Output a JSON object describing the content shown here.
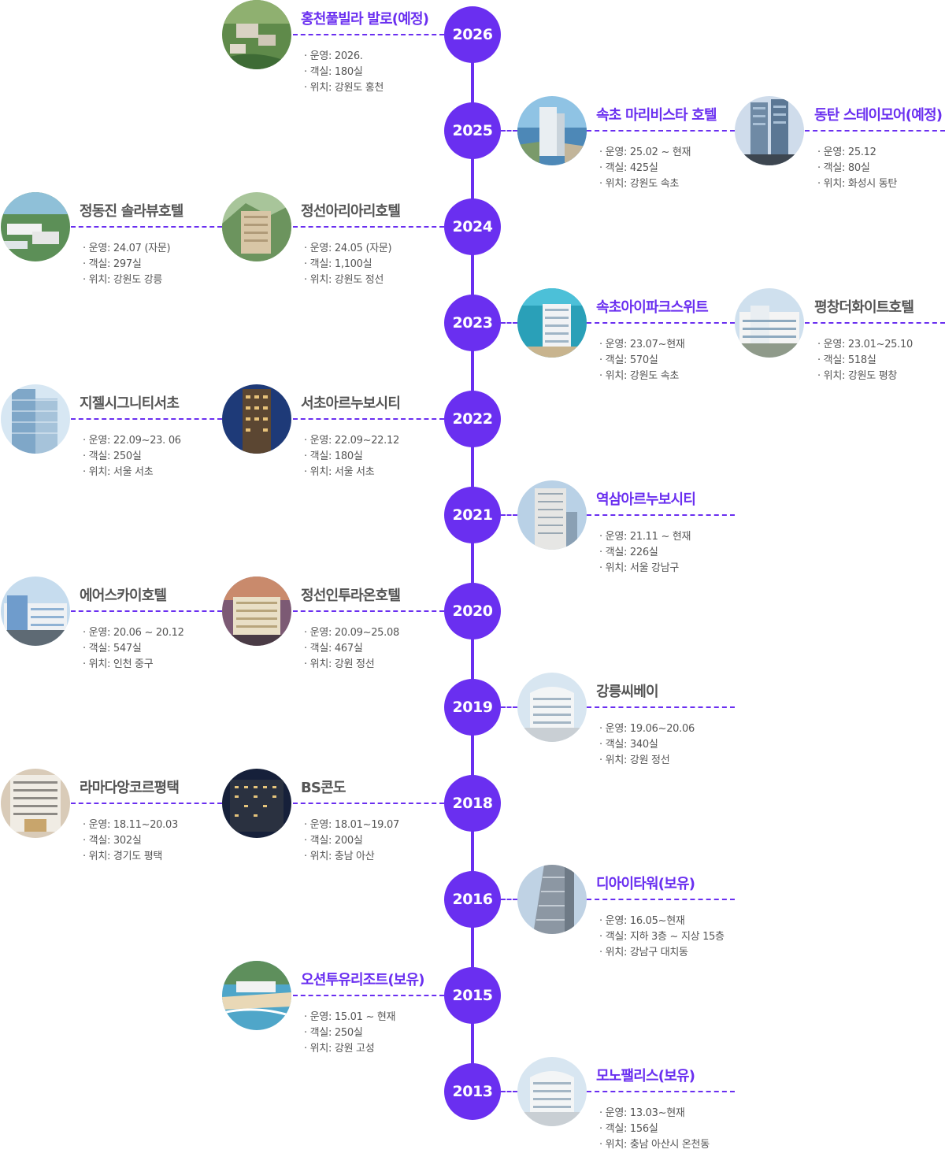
{
  "entries": [
    {
      "year": "2026",
      "items": [
        {
          "side": "left",
          "slot": "inner",
          "title": "홍천풀빌라 발로(예정)",
          "highlight": true,
          "lines": [
            "운영: 2026.",
            "객실: 180실",
            "위치: 강원도 홍천"
          ],
          "image": "resort-hillside-icon"
        }
      ]
    },
    {
      "year": "2025",
      "items": [
        {
          "side": "right",
          "slot": "inner",
          "title": "속초 마리비스타 호텔",
          "highlight": true,
          "lines": [
            "운영: 25.02 ~ 현재",
            "객실: 425실",
            "위치: 강원도 속초"
          ],
          "image": "coastal-tower-icon"
        },
        {
          "side": "right",
          "slot": "outer",
          "title": "동탄 스테이모어(예정)",
          "highlight": true,
          "lines": [
            "운영: 25.12",
            "객실: 80실",
            "위치: 화성시 동탄"
          ],
          "image": "twin-tower-icon"
        }
      ]
    },
    {
      "year": "2024",
      "items": [
        {
          "side": "left",
          "slot": "outer",
          "title": "정동진 솔라뷰호텔",
          "highlight": false,
          "lines": [
            "운영: 24.07 (자문)",
            "객실: 297실",
            "위치: 강원도 강릉"
          ],
          "image": "seaside-resort-icon"
        },
        {
          "side": "left",
          "slot": "inner",
          "title": "정선아리아리호텔",
          "highlight": false,
          "lines": [
            "운영: 24.05 (자문)",
            "객실: 1,100실",
            "위치: 강원도 정선"
          ],
          "image": "mountain-hotel-icon"
        }
      ]
    },
    {
      "year": "2023",
      "items": [
        {
          "side": "right",
          "slot": "inner",
          "title": "속초아이파크스위트",
          "highlight": true,
          "lines": [
            "운영: 23.07~현재",
            "객실: 570실",
            "위치: 강원도 속초"
          ],
          "image": "ocean-suite-icon"
        },
        {
          "side": "right",
          "slot": "outer",
          "title": "평창더화이트호텔",
          "highlight": false,
          "lines": [
            "운영: 23.01~25.10",
            "객실: 518실",
            "위치: 강원도 평창"
          ],
          "image": "white-hotel-icon"
        }
      ]
    },
    {
      "year": "2022",
      "items": [
        {
          "side": "left",
          "slot": "outer",
          "title": "지젤시그니티서초",
          "highlight": false,
          "lines": [
            "운영: 22.09~23. 06",
            "객실: 250실",
            "위치: 서울 서초"
          ],
          "image": "glass-tower-icon"
        },
        {
          "side": "left",
          "slot": "inner",
          "title": "서초아르누보시티",
          "highlight": false,
          "lines": [
            "운영: 22.09~22.12",
            "객실: 180실",
            "위치: 서울 서초"
          ],
          "image": "night-tower-icon"
        }
      ]
    },
    {
      "year": "2021",
      "items": [
        {
          "side": "right",
          "slot": "inner",
          "title": "역삼아르누보시티",
          "highlight": true,
          "lines": [
            "운영: 21.11 ~ 현재",
            "객실: 226실",
            "위치: 서울 강남구"
          ],
          "image": "city-tower-icon"
        }
      ]
    },
    {
      "year": "2020",
      "items": [
        {
          "side": "left",
          "slot": "outer",
          "title": "에어스카이호텔",
          "highlight": false,
          "lines": [
            "운영: 20.06 ~ 20.12",
            "객실: 547실",
            "위치: 인천 중구"
          ],
          "image": "airport-hotel-icon"
        },
        {
          "side": "left",
          "slot": "inner",
          "title": "정선인투라온호텔",
          "highlight": false,
          "lines": [
            "운영: 20.09~25.08",
            "객실: 467실",
            "위치: 강원 정선"
          ],
          "image": "sunset-hotel-icon"
        }
      ]
    },
    {
      "year": "2019",
      "items": [
        {
          "side": "right",
          "slot": "inner",
          "title": "강릉씨베이",
          "highlight": false,
          "lines": [
            "운영: 19.06~20.06",
            "객실: 340실",
            "위치: 강원 정선"
          ],
          "image": "curved-hotel-icon"
        }
      ]
    },
    {
      "year": "2018",
      "items": [
        {
          "side": "left",
          "slot": "outer",
          "title": "라마다앙코르평택",
          "highlight": false,
          "lines": [
            "운영: 18.11~20.03",
            "객실: 302실",
            "위치: 경기도 평택"
          ],
          "image": "ramada-building-icon"
        },
        {
          "side": "left",
          "slot": "inner",
          "title": "BS콘도",
          "highlight": false,
          "lines": [
            "운영: 18.01~19.07",
            "객실: 200실",
            "위치: 충남 아산"
          ],
          "image": "dark-condo-icon"
        }
      ]
    },
    {
      "year": "2016",
      "items": [
        {
          "side": "right",
          "slot": "inner",
          "title": "디아이타워(보유)",
          "highlight": true,
          "lines": [
            "운영: 16.05~현재",
            "객실: 지하 3층 ~ 지상 15층",
            "위치: 강남구 대치동"
          ],
          "image": "office-tower-icon"
        }
      ]
    },
    {
      "year": "2015",
      "items": [
        {
          "side": "left",
          "slot": "inner",
          "title": "오션투유리조트(보유)",
          "highlight": true,
          "lines": [
            "운영: 15.01 ~ 현재",
            "객실: 250실",
            "위치: 강원 고성"
          ],
          "image": "beach-resort-icon"
        }
      ]
    },
    {
      "year": "2013",
      "items": [
        {
          "side": "right",
          "slot": "inner",
          "title": "모노팰리스(보유)",
          "highlight": true,
          "lines": [
            "운영: 13.03~현재",
            "객실: 156실",
            "위치: 충남 아산시 온천동"
          ],
          "image": "curved-hotel-icon"
        }
      ]
    }
  ],
  "colors": {
    "accent": "#6a2ff0",
    "text": "#555555"
  }
}
